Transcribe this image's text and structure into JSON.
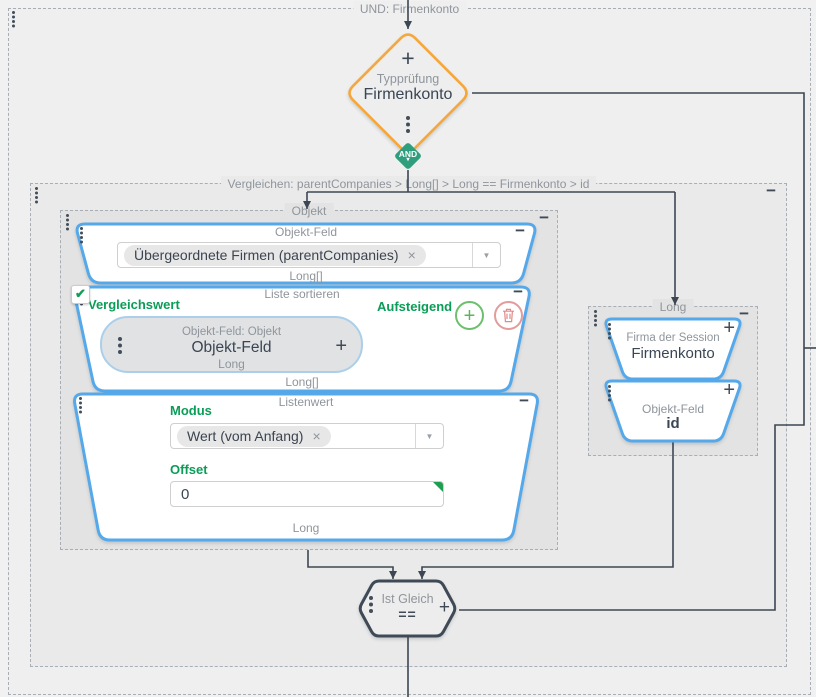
{
  "icons": {
    "collapse": "−",
    "add": "+",
    "dropdown": "▼",
    "remove": "×",
    "check": "✔",
    "caret_down": "▾"
  },
  "colors": {
    "accent_blue": "#55A9EA",
    "accent_orange": "#F5A73B",
    "accent_green": "#0B9D57",
    "badge_green": "#2F9E7D",
    "wire": "#3C4753"
  },
  "outer_group": {
    "label": "UND: Firmenkonto"
  },
  "type_check_node": {
    "title": "Typprüfung",
    "value": "Firmenkonto",
    "badge": "AND"
  },
  "compare_group": {
    "label": "Vergleichen: parentCompanies > Long[] > Long == Firmenkonto > id"
  },
  "object_group": {
    "label": "Objekt"
  },
  "object_field_node": {
    "title": "Objekt-Feld",
    "chip": "Übergeordnete Firmen (parentCompanies)",
    "output_type": "Long[]"
  },
  "sort_list_node": {
    "title": "Liste sortieren",
    "compare_value_label": "Vergleichswert",
    "ascending_label": "Aufsteigend",
    "ascending_checked": true,
    "output_type": "Long[]",
    "inner_node": {
      "subtitle": "Objekt-Feld: Objekt",
      "title": "Objekt-Feld",
      "type": "Long"
    }
  },
  "list_value_node": {
    "title": "Listenwert",
    "mode_label": "Modus",
    "mode_chip": "Wert (vom Anfang)",
    "offset_label": "Offset",
    "offset_value": "0",
    "output_type": "Long"
  },
  "long_group": {
    "label": "Long"
  },
  "session_company_node": {
    "title": "Firma der Session",
    "value": "Firmenkonto"
  },
  "id_field_node": {
    "title": "Objekt-Feld",
    "value": "id"
  },
  "equals_node": {
    "title": "Ist Gleich",
    "operator": "=="
  }
}
